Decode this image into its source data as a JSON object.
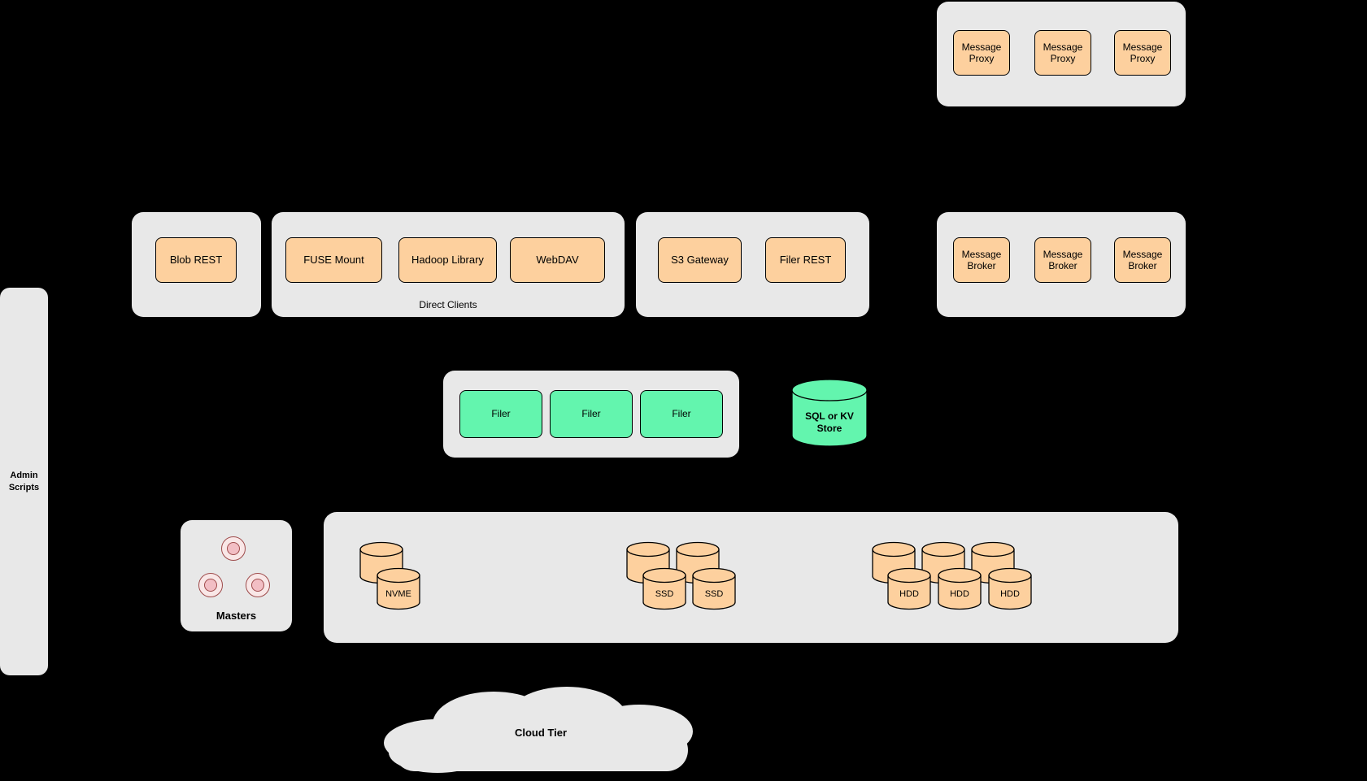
{
  "colors": {
    "bg": "#000000",
    "container": "#e8e8e8",
    "orange": "#fdd09e",
    "green": "#63f5ae",
    "pink_outer": "#f9e7e7",
    "pink_inner": "#f2bec4",
    "pink_border": "#9e4b4b",
    "stroke": "#000000"
  },
  "nodes": {
    "admin": "Admin Scripts",
    "proxies": [
      "Message Proxy",
      "Message Proxy",
      "Message Proxy"
    ],
    "blob_rest": "Blob REST",
    "direct_clients": {
      "label": "Direct Clients",
      "items": [
        "FUSE Mount",
        "Hadoop Library",
        "WebDAV"
      ]
    },
    "gateways": [
      "S3 Gateway",
      "Filer REST"
    ],
    "brokers": [
      "Message Broker",
      "Message Broker",
      "Message Broker"
    ],
    "filers": [
      "Filer",
      "Filer",
      "Filer"
    ],
    "store": "SQL or KV Store",
    "masters": "Masters",
    "disks": {
      "nvme": "NVME",
      "ssd": [
        "SSD",
        "SSD"
      ],
      "hdd": [
        "HDD",
        "HDD",
        "HDD"
      ]
    },
    "cloud": "Cloud Tier"
  }
}
